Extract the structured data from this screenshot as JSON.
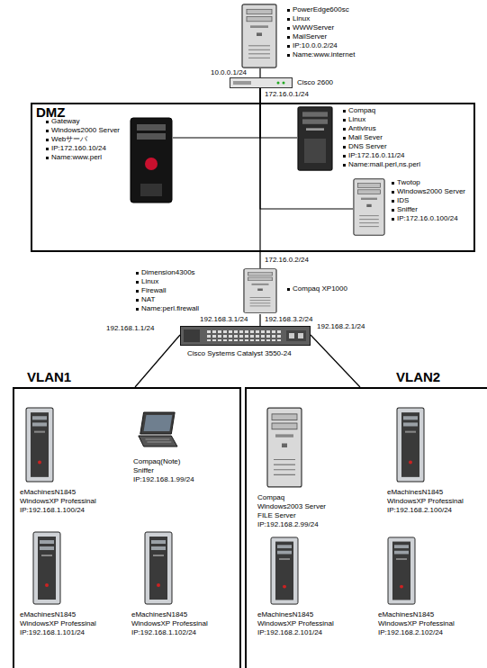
{
  "diagram": {
    "nodes": [
      {
        "text": [
          "PowerEdge600sc",
          "Linux",
          "WWWServer",
          "MailServer",
          "IP:10.0.0.2/24",
          "Name:www.internet"
        ]
      },
      {
        "text": [
          "Cisco 2600"
        ]
      },
      {
        "text": [
          "DMZ"
        ]
      },
      {
        "text": [
          "Gateway",
          "Windows2000 Server",
          "Webサーバ",
          "IP:172.160.10/24",
          "Name:www.perl"
        ],
        "in": 2
      },
      {
        "text": [
          "Compaq",
          "Linux",
          "Antivirus",
          "Mail Sever",
          "DNS Server",
          "IP:172.16.0.11/24",
          "Name:mail.perl,ns.perl"
        ],
        "in": 2
      },
      {
        "text": [
          "Twotop",
          "Windows2000 Server",
          "IDS",
          "Sniffer",
          "IP:172.16.0.100/24"
        ],
        "in": 2
      },
      {
        "text": [
          "Dimension4300s",
          "Linux",
          "Firewall",
          "NAT",
          "Name:perl.firewall",
          "Compaq XP1000"
        ]
      },
      {
        "text": [
          "Cisco Systems Catalyst 3550-24"
        ]
      },
      {
        "text": [
          "VLAN1"
        ]
      },
      {
        "text": [
          "eMachinesN1845",
          "WindowsXP Professinal",
          "IP:192.168.1.100/24"
        ],
        "in": 8
      },
      {
        "text": [
          "Compaq(Note)",
          "Sniffer",
          "IP:192.168.1.99/24"
        ],
        "in": 8
      },
      {
        "text": [
          "eMachinesN1845",
          "WindowsXP Professinal",
          "IP:192.168.1.101/24"
        ],
        "in": 8
      },
      {
        "text": [
          "eMachinesN1845",
          "WindowsXP Professinal",
          "IP:192.168.1.102/24"
        ],
        "in": 8
      },
      {
        "text": [
          "VLAN2"
        ]
      },
      {
        "text": [
          "Compaq",
          "Windows2003 Server",
          "FILE Server",
          "IP:192.168.2.99/24"
        ],
        "in": 13
      },
      {
        "text": [
          "eMachinesN1845",
          "WindowsXP Professinal",
          "IP:192.168.2.100/24"
        ],
        "in": 13
      },
      {
        "text": [
          "eMachinesN1845",
          "WindowsXP Professinal",
          "IP:192.168.2.101/24"
        ],
        "in": 13
      },
      {
        "text": [
          "eMachinesN1845",
          "WindowsXP Professinal",
          "IP:192.168.2.102/24"
        ],
        "in": 13
      }
    ],
    "edges": [
      {
        "from": 0,
        "to": 1,
        "arrow": "none"
      },
      {
        "from": 1,
        "to": 3,
        "arrow": "none"
      },
      {
        "from": 1,
        "to": 4,
        "arrow": "none"
      },
      {
        "from": 1,
        "to": 5,
        "arrow": "none"
      },
      {
        "from": 1,
        "to": 6,
        "arrow": "none"
      },
      {
        "from": 6,
        "to": 7,
        "arrow": "none"
      },
      {
        "from": 7,
        "to": 8,
        "arrow": "none"
      },
      {
        "from": 7,
        "to": 13,
        "arrow": "none"
      }
    ],
    "labels": [
      "10.0.0.1/24",
      "172.16.0.1/24",
      "172.16.0.2/24",
      "192.168.3.1/24",
      "192.168.3.2/24",
      "192.168.1.1/24",
      "192.168.2.1/24"
    ]
  }
}
